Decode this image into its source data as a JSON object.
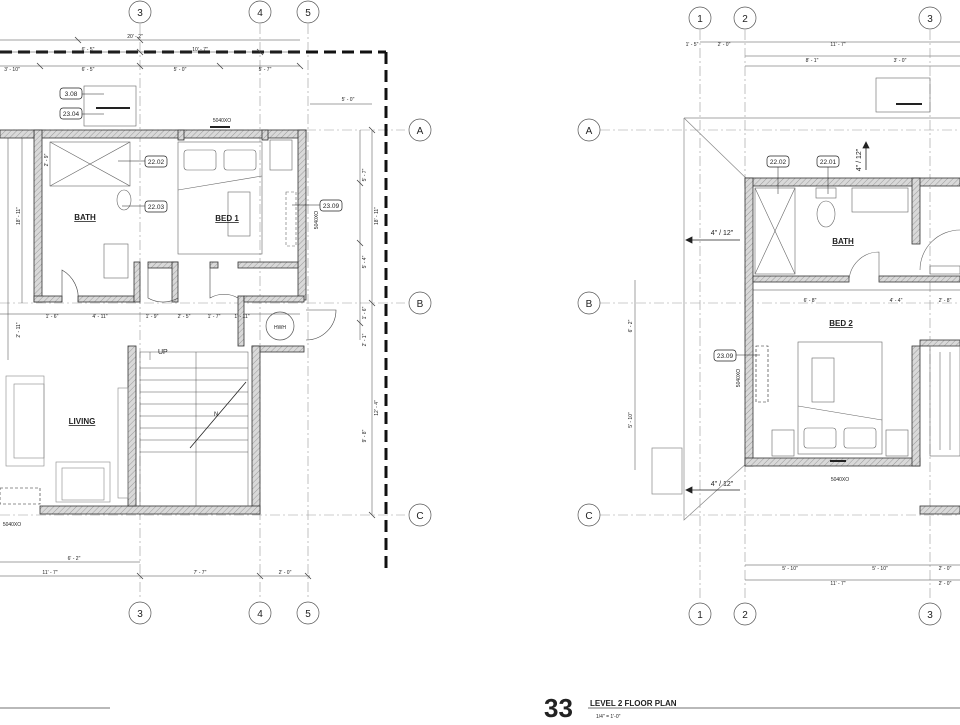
{
  "left_plan": {
    "grid_top": [
      "3",
      "4",
      "5"
    ],
    "grid_bottom": [
      "3",
      "4",
      "5"
    ],
    "grid_rows": [
      "A",
      "B",
      "C"
    ],
    "rooms": {
      "bath": "BATH",
      "bed": "BED 1",
      "living": "LIVING"
    },
    "tags": [
      "3.08",
      "23.04",
      "22.02",
      "22.03",
      "23.09"
    ],
    "labels": {
      "up": "UP",
      "hwh": "HWH",
      "win1": "5040XO",
      "win2": "5040XO",
      "win3": "5040XO",
      "n": "N"
    },
    "dims_top": [
      "20' - 2\"",
      "6' - 5\"",
      "10' - 7\"",
      "3' - 10\"",
      "6' - 5\"",
      "5' - 0\"",
      "5' - 7\"",
      "5' - 0\""
    ],
    "dims_mid": [
      "1' - 6\"",
      "4' - 11\"",
      "1' - 9\"",
      "2' - 5\"",
      "1' - 7\"",
      "1' - 11\""
    ],
    "dims_bottom": [
      "6' - 2\"",
      "11' - 7\"",
      "7' - 7\"",
      "2' - 0\""
    ],
    "dims_right": [
      "5' - 7\"",
      "18' - 11\"",
      "5' - 4\"",
      "1' - 6\"",
      "2' - 1\"",
      "12' - 4\"",
      "9' - 8\""
    ],
    "dims_left": [
      "2' - 9\"",
      "18' - 11\"",
      "2' - 11\""
    ]
  },
  "right_plan": {
    "grid_top": [
      "1",
      "2",
      "3"
    ],
    "grid_bottom": [
      "1",
      "2",
      "3"
    ],
    "grid_rows": [
      "A",
      "B",
      "C"
    ],
    "rooms": {
      "bath": "BATH",
      "bed": "BED 2"
    },
    "tags": [
      "22.02",
      "22.01",
      "23.09"
    ],
    "slopes": [
      "4\" / 12\"",
      "4\" / 12\"",
      "4\" / 12\""
    ],
    "labels": {
      "win1": "5040XO",
      "win2": "5040XO"
    },
    "dims_top": [
      "1' - 5\"",
      "2' - 0\"",
      "11' - 7\"",
      "8' - 1\"",
      "3' - 0\""
    ],
    "dims_mid": [
      "6' - 8\"",
      "4' - 4\"",
      "2' - 8\""
    ],
    "dims_bottom": [
      "5' - 10\"",
      "5' - 10\"",
      "2' - 0\"",
      "11' - 7\"",
      "2' - 0\""
    ],
    "dims_left": [
      "6' - 2\"",
      "5' - 10\""
    ]
  },
  "title_block": {
    "number": "33",
    "title": "LEVEL 2 FLOOR PLAN",
    "scale": "1/4\" = 1'-0\""
  }
}
